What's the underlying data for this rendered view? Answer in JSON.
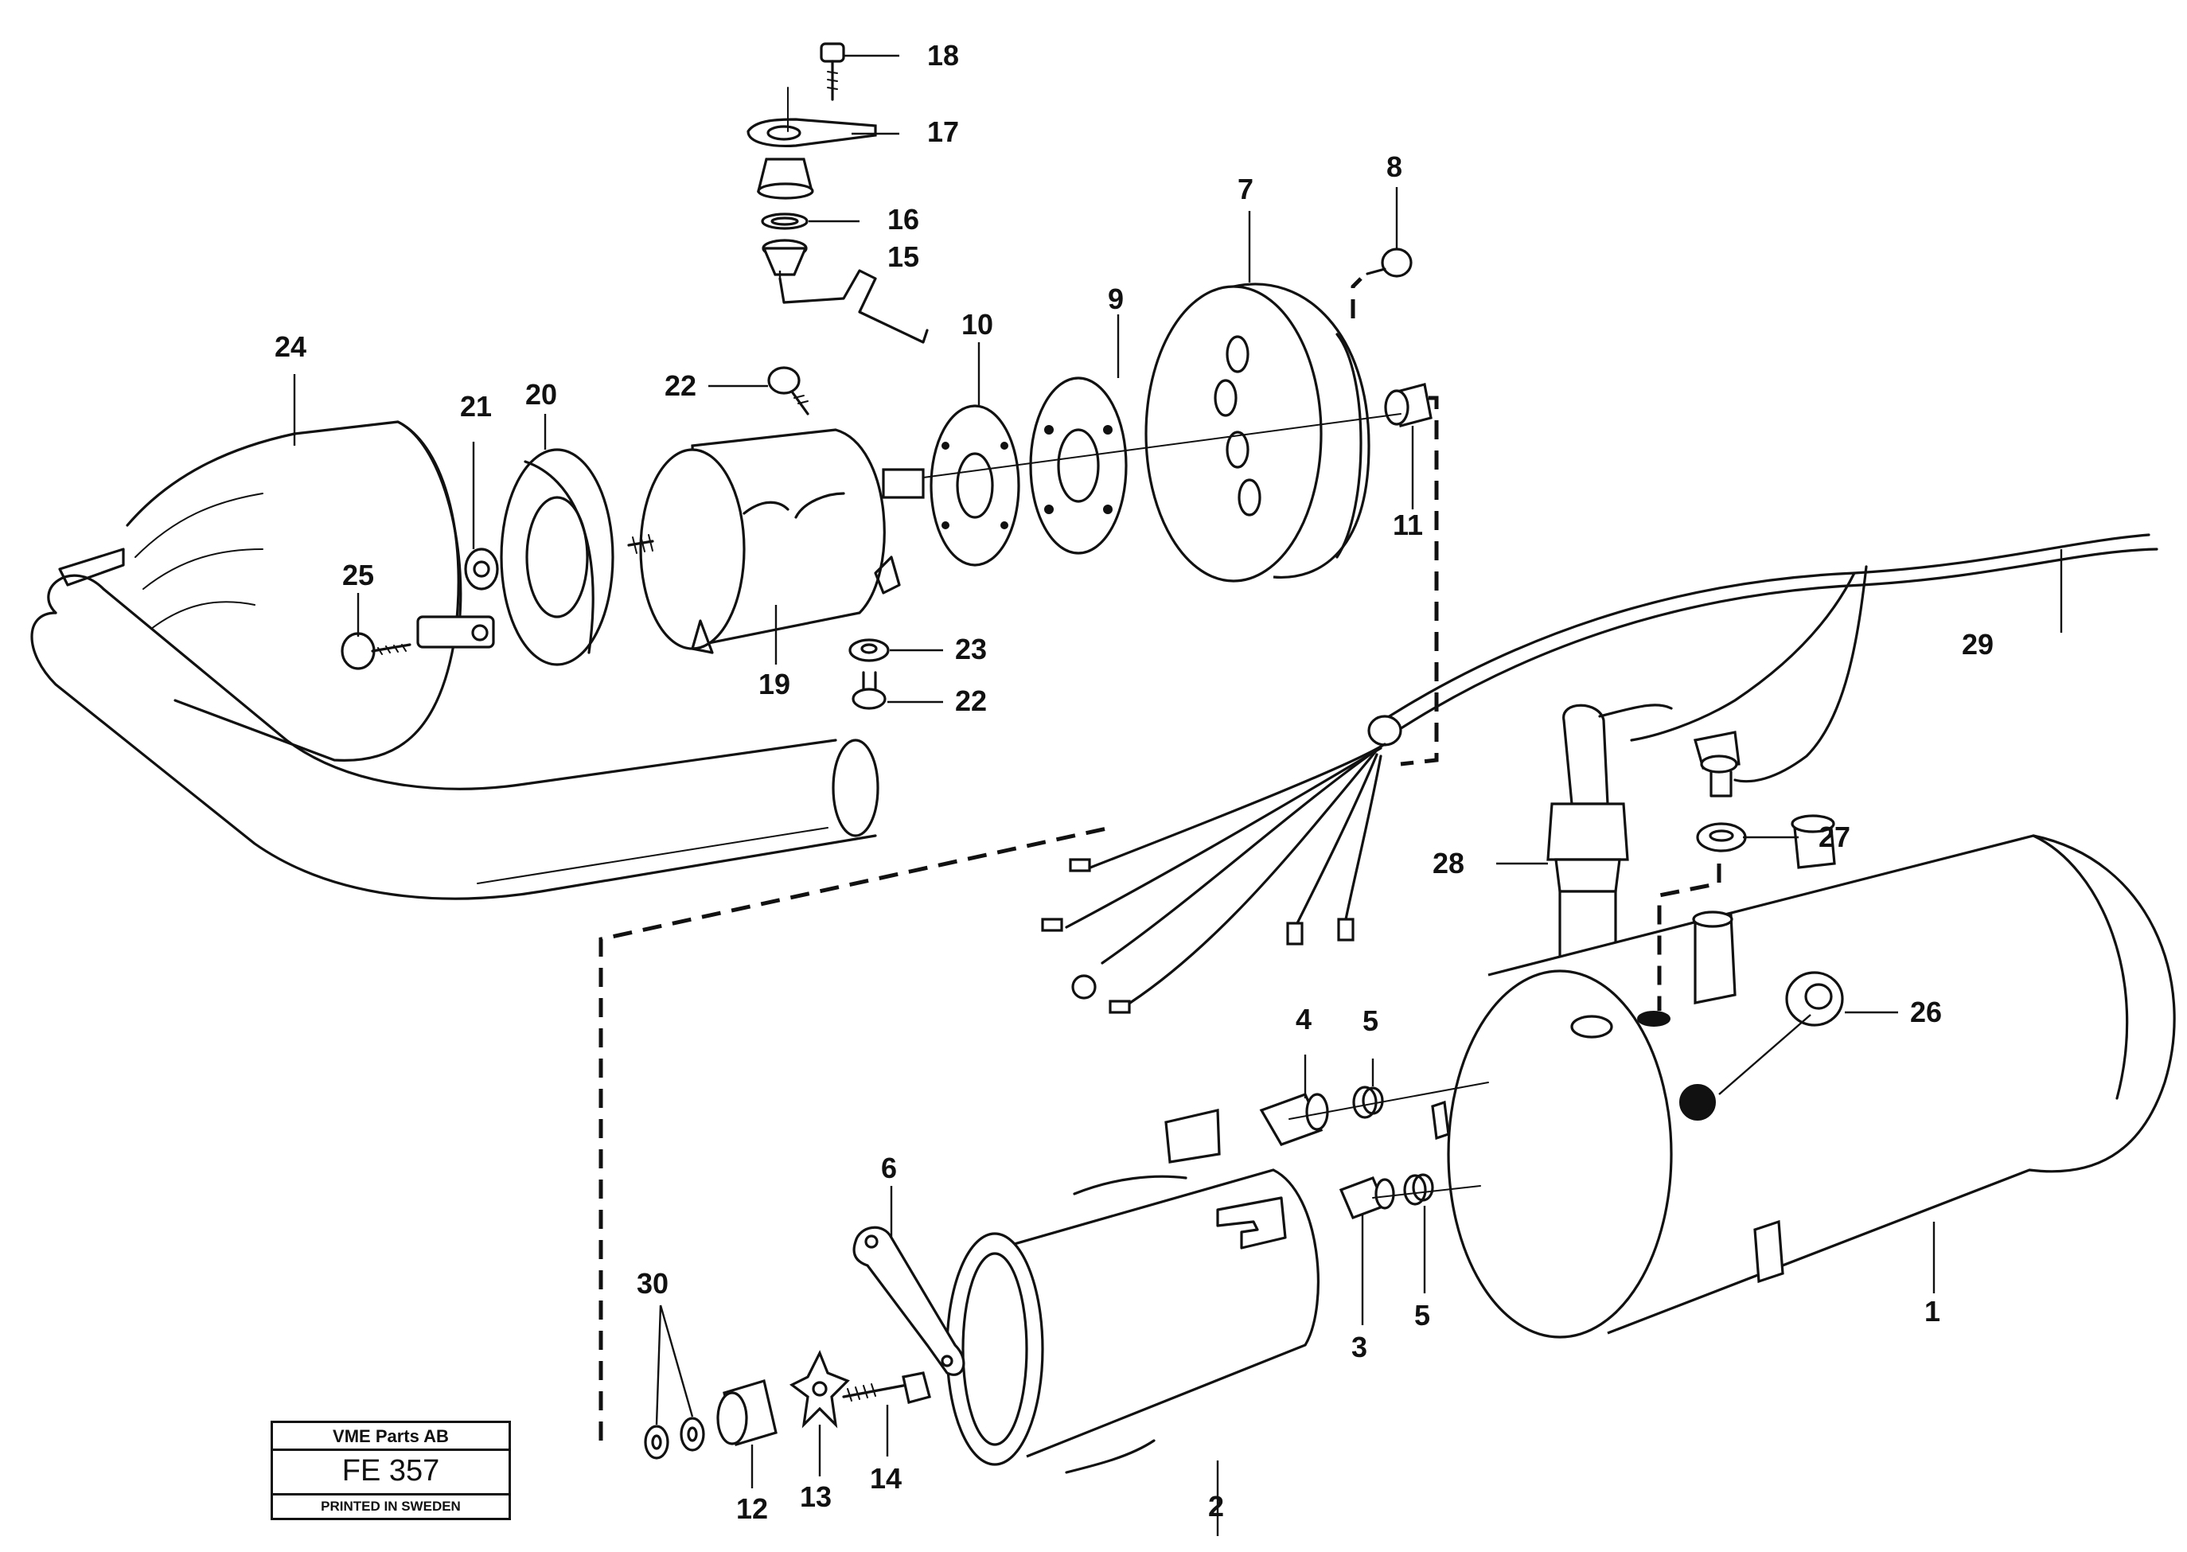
{
  "title_block": {
    "company": "VME Parts AB",
    "code": "FE 357",
    "printed": "PRINTED IN SWEDEN"
  },
  "callouts": {
    "c1": "1",
    "c2": "2",
    "c3": "3",
    "c4": "4",
    "c5a": "5",
    "c5b": "5",
    "c6": "6",
    "c7": "7",
    "c8": "8",
    "c9": "9",
    "c10": "10",
    "c11": "11",
    "c12": "12",
    "c13": "13",
    "c14": "14",
    "c15": "15",
    "c16": "16",
    "c17": "17",
    "c18": "18",
    "c19": "19",
    "c20": "20",
    "c21": "21",
    "c22a": "22",
    "c22b": "22",
    "c23": "23",
    "c24": "24",
    "c25": "25",
    "c26": "26",
    "c27": "27",
    "c28": "28",
    "c29": "29",
    "c30": "30"
  }
}
